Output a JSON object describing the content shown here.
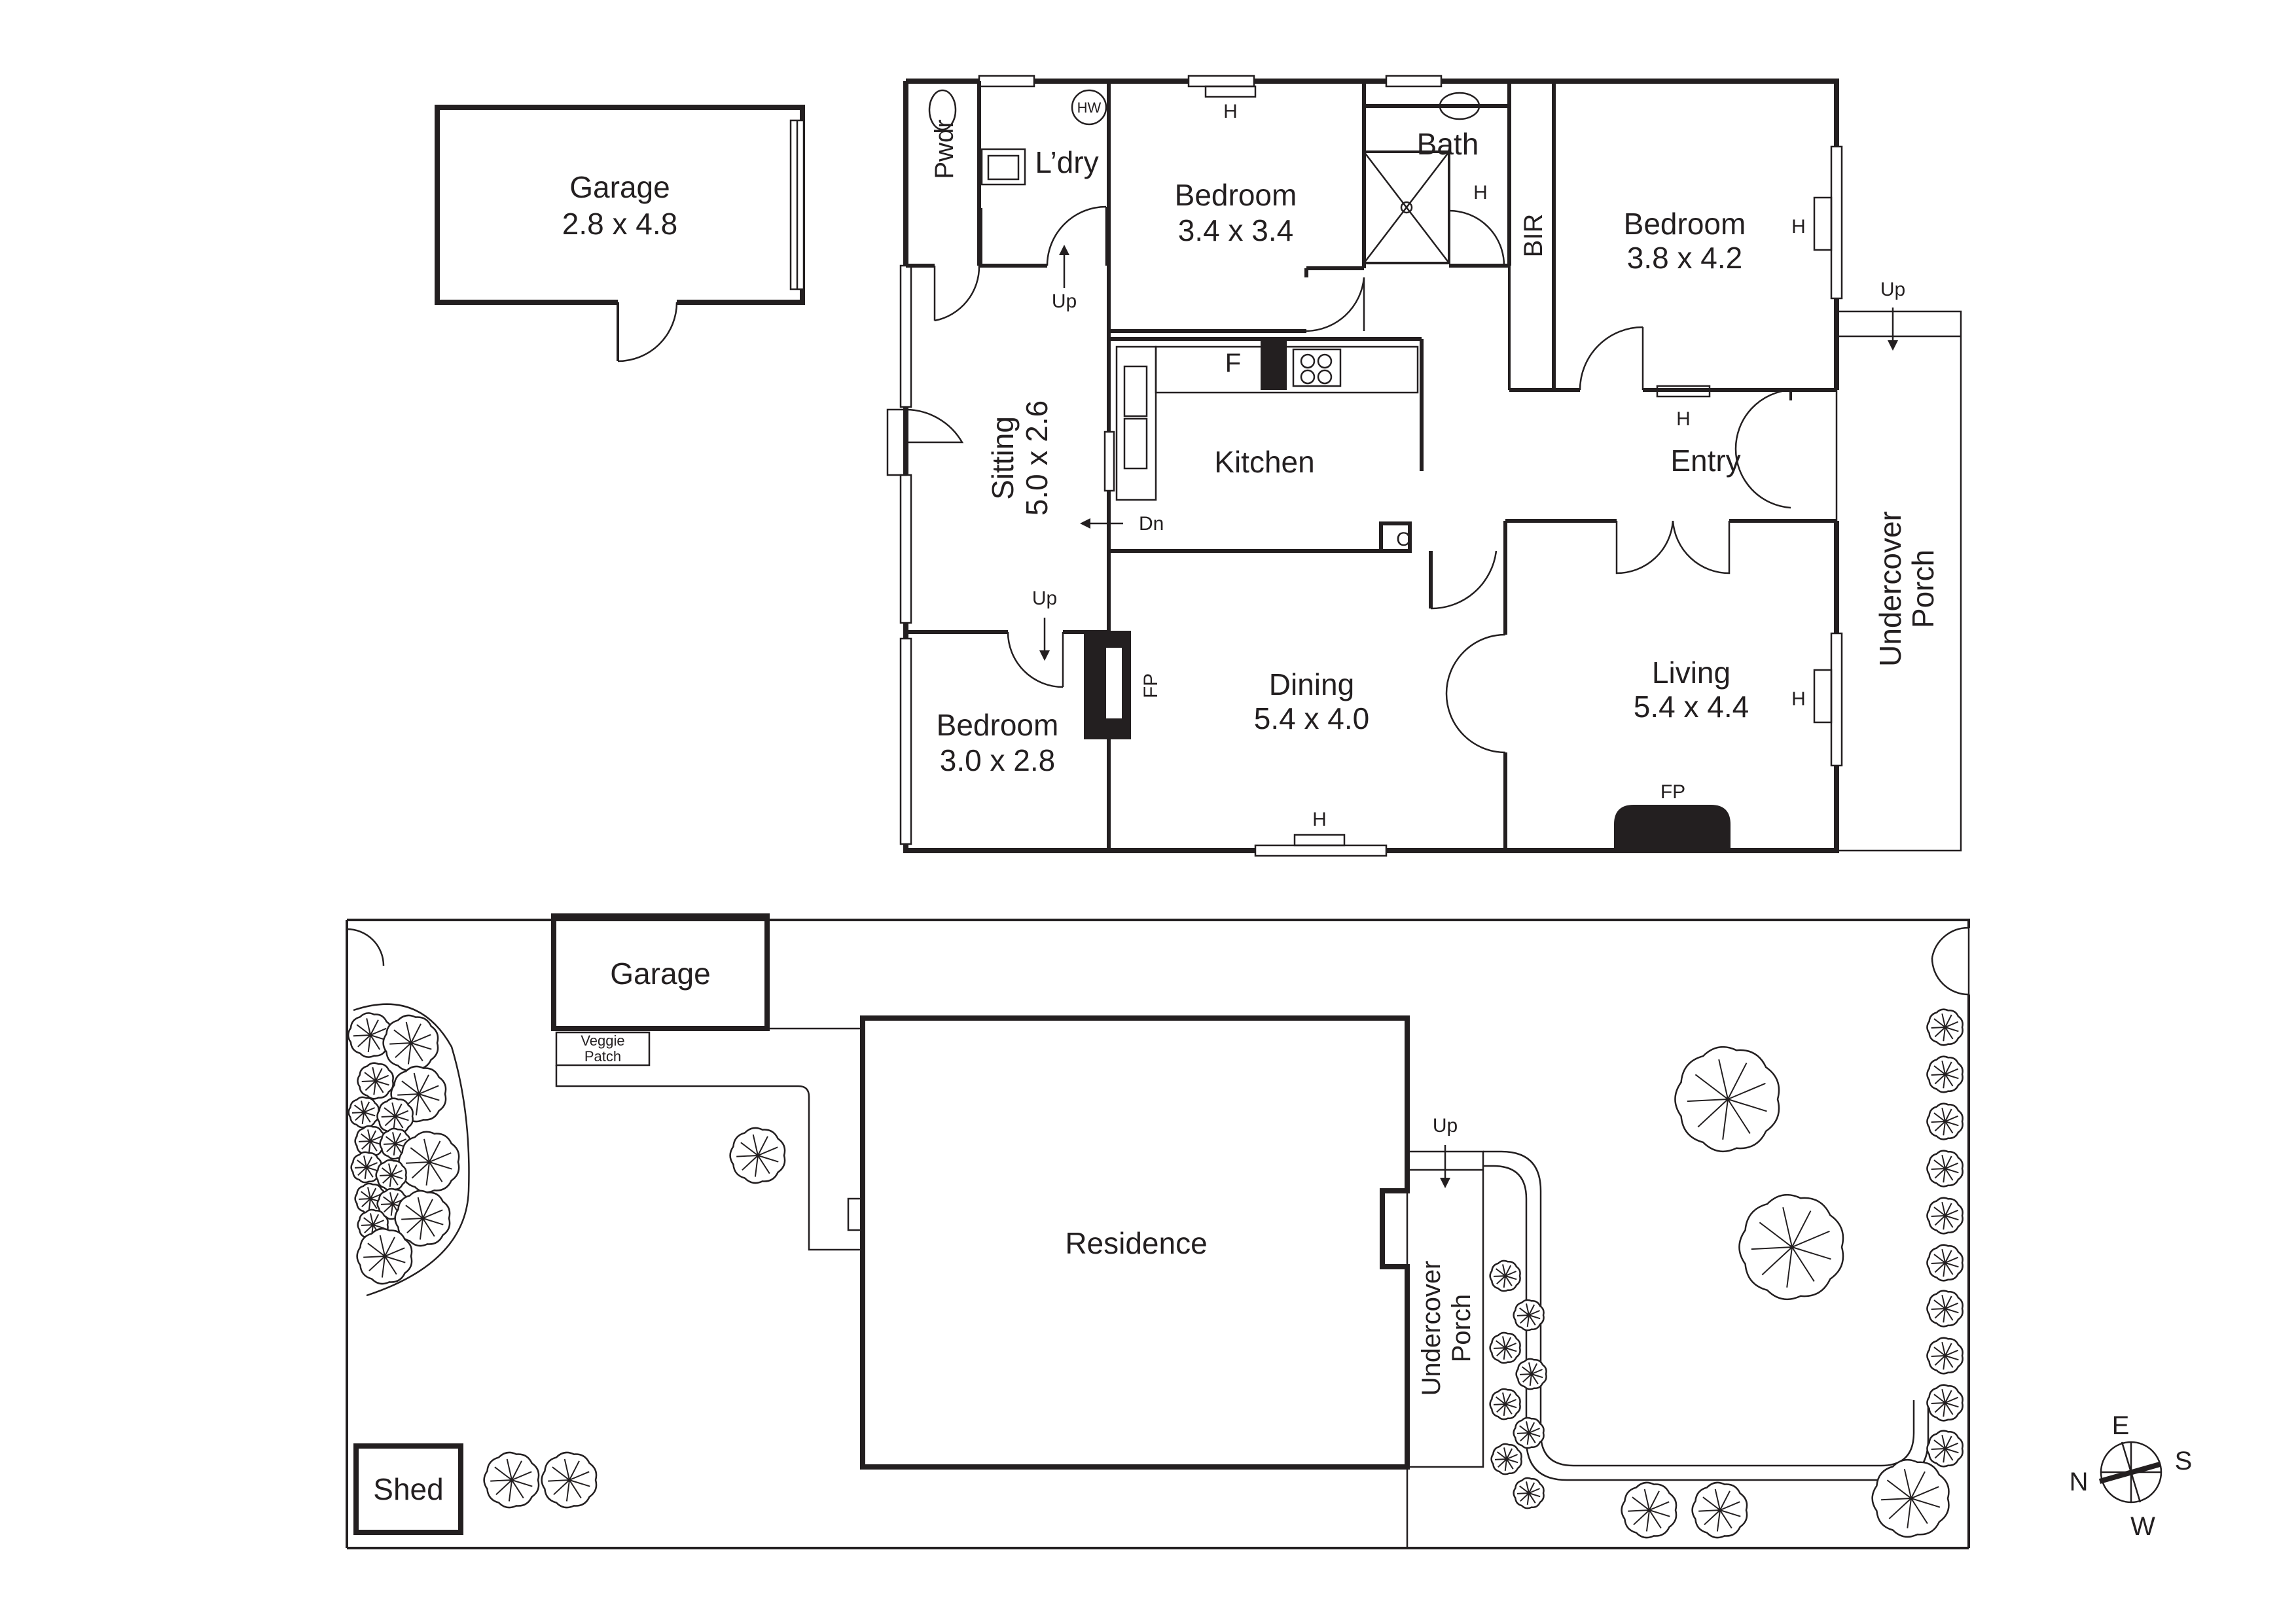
{
  "floor_plan": {
    "rooms": {
      "garage": {
        "name": "Garage",
        "size": "2.8 x 4.8"
      },
      "powder": {
        "name": "Pwdr"
      },
      "laundry": {
        "name": "L’dry"
      },
      "hot_water": {
        "name": "HW"
      },
      "bedroom_2": {
        "name": "Bedroom",
        "size": "3.4 x 3.4"
      },
      "bath": {
        "name": "Bath"
      },
      "bir": {
        "name": "BIR"
      },
      "bedroom_1": {
        "name": "Bedroom",
        "size": "3.8 x 4.2"
      },
      "sitting": {
        "name": "Sitting",
        "size": "5.0 x 2.6"
      },
      "kitchen": {
        "name": "Kitchen"
      },
      "fridge": {
        "name": "F"
      },
      "entry": {
        "name": "Entry"
      },
      "cupboard": {
        "name": "C"
      },
      "dining": {
        "name": "Dining",
        "size": "5.4 x 4.0"
      },
      "living": {
        "name": "Living",
        "size": "5.4 x 4.4"
      },
      "bedroom_3": {
        "name": "Bedroom",
        "size": "3.0 x 2.8"
      },
      "undercover_porch": {
        "name": "Undercover\nPorch",
        "line1": "Undercover",
        "line2": "Porch"
      }
    },
    "heater_label": "H",
    "fireplace_label": "FP",
    "step_up": "Up",
    "step_down": "Dn"
  },
  "site_plan": {
    "garage": "Garage",
    "veggie_patch": {
      "line1": "Veggie",
      "line2": "Patch"
    },
    "residence": "Residence",
    "undercover_porch": {
      "line1": "Undercover",
      "line2": "Porch"
    },
    "step_up": "Up",
    "shed": "Shed"
  },
  "compass": {
    "north": "N",
    "east": "E",
    "south": "S",
    "west": "W"
  },
  "colors": {
    "ink": "#231f20",
    "background": "#ffffff"
  }
}
